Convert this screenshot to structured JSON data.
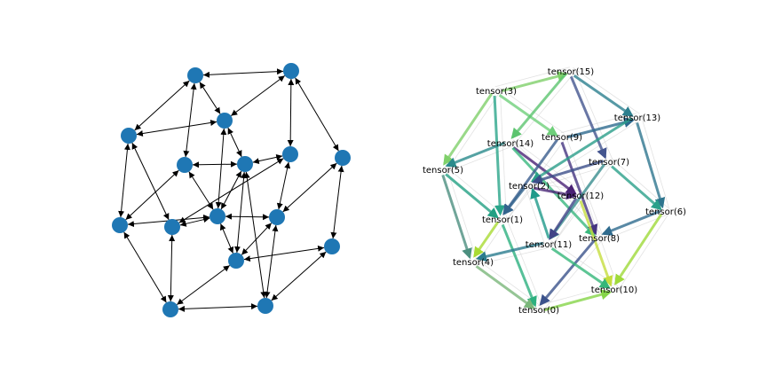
{
  "left_graph": {
    "node_color": "#1f77b4",
    "edge_color": "#000000",
    "nodes": [
      {
        "id": 0
      },
      {
        "id": 1
      },
      {
        "id": 2
      },
      {
        "id": 3
      },
      {
        "id": 4
      },
      {
        "id": 5
      },
      {
        "id": 6
      },
      {
        "id": 7
      },
      {
        "id": 8
      },
      {
        "id": 9
      },
      {
        "id": 10
      },
      {
        "id": 11
      },
      {
        "id": 12
      },
      {
        "id": 13
      },
      {
        "id": 14
      },
      {
        "id": 15
      }
    ],
    "edges": [
      [
        3,
        15
      ],
      [
        3,
        14
      ],
      [
        3,
        5
      ],
      [
        3,
        9
      ],
      [
        15,
        13
      ],
      [
        15,
        9
      ],
      [
        15,
        7
      ],
      [
        14,
        5
      ],
      [
        14,
        9
      ],
      [
        14,
        1
      ],
      [
        5,
        4
      ],
      [
        5,
        1
      ],
      [
        13,
        6
      ],
      [
        13,
        7
      ],
      [
        13,
        2
      ],
      [
        9,
        7
      ],
      [
        9,
        11
      ],
      [
        7,
        2
      ],
      [
        7,
        12
      ],
      [
        2,
        1
      ],
      [
        2,
        12
      ],
      [
        2,
        11
      ],
      [
        1,
        4
      ],
      [
        1,
        12
      ],
      [
        6,
        12
      ],
      [
        6,
        8
      ],
      [
        12,
        8
      ],
      [
        12,
        11
      ],
      [
        4,
        0
      ],
      [
        4,
        11
      ],
      [
        8,
        10
      ],
      [
        8,
        11
      ],
      [
        11,
        10
      ],
      [
        11,
        0
      ],
      [
        0,
        10
      ]
    ]
  },
  "right_graph": {
    "nodes": [
      {
        "id": "t0",
        "label": "tensor(0)"
      },
      {
        "id": "t1",
        "label": "tensor(1)"
      },
      {
        "id": "t2",
        "label": "tensor(2)"
      },
      {
        "id": "t3",
        "label": "tensor(3)"
      },
      {
        "id": "t4",
        "label": "tensor(4)"
      },
      {
        "id": "t5",
        "label": "tensor(5)"
      },
      {
        "id": "t6",
        "label": "tensor(6)"
      },
      {
        "id": "t7",
        "label": "tensor(7)"
      },
      {
        "id": "t8",
        "label": "tensor(8)"
      },
      {
        "id": "t9",
        "label": "tensor(9)"
      },
      {
        "id": "t10",
        "label": "tensor(10)"
      },
      {
        "id": "t11",
        "label": "tensor(11)"
      },
      {
        "id": "t12",
        "label": "tensor(12)"
      },
      {
        "id": "t13",
        "label": "tensor(13)"
      },
      {
        "id": "t14",
        "label": "tensor(14)"
      },
      {
        "id": "t15",
        "label": "tensor(15)"
      }
    ],
    "edges": [
      {
        "from": "t3",
        "to": "t15",
        "color": "#7fd06a"
      },
      {
        "from": "t3",
        "to": "t5",
        "color": "#7fd06a"
      },
      {
        "from": "t3",
        "to": "t9",
        "color": "#6fcf7a"
      },
      {
        "from": "t3",
        "to": "t1",
        "color": "#2aa58a"
      },
      {
        "from": "t15",
        "to": "t13",
        "color": "#2c7f8e"
      },
      {
        "from": "t15",
        "to": "t14",
        "color": "#5cc46f"
      },
      {
        "from": "t15",
        "to": "t7",
        "color": "#44558f"
      },
      {
        "from": "t14",
        "to": "t5",
        "color": "#2a8b8c"
      },
      {
        "from": "t14",
        "to": "t12",
        "color": "#4a2275"
      },
      {
        "from": "t14",
        "to": "t8",
        "color": "#3ab87e"
      },
      {
        "from": "t9",
        "to": "t13",
        "color": "#2e6a8e"
      },
      {
        "from": "t9",
        "to": "t1",
        "color": "#3a5c8d"
      },
      {
        "from": "t9",
        "to": "t8",
        "color": "#453581"
      },
      {
        "from": "t5",
        "to": "t4",
        "color": "#4c8f7f"
      },
      {
        "from": "t5",
        "to": "t1",
        "color": "#23a083"
      },
      {
        "from": "t13",
        "to": "t6",
        "color": "#2e758e"
      },
      {
        "from": "t13",
        "to": "t2",
        "color": "#2a9e89"
      },
      {
        "from": "t7",
        "to": "t6",
        "color": "#2aa08a"
      },
      {
        "from": "t7",
        "to": "t11",
        "color": "#3a8d8e"
      },
      {
        "from": "t7",
        "to": "t2",
        "color": "#3c4f8a"
      },
      {
        "from": "t2",
        "to": "t12",
        "color": "#482677"
      },
      {
        "from": "t2",
        "to": "t1",
        "color": "#33648d"
      },
      {
        "from": "t12",
        "to": "t11",
        "color": "#404387"
      },
      {
        "from": "t12",
        "to": "t10",
        "color": "#c6dd3f"
      },
      {
        "from": "t1",
        "to": "t4",
        "color": "#a9db33"
      },
      {
        "from": "t1",
        "to": "t0",
        "color": "#2db07f"
      },
      {
        "from": "t6",
        "to": "t8",
        "color": "#2f6b8e"
      },
      {
        "from": "t6",
        "to": "t10",
        "color": "#9fda3a"
      },
      {
        "from": "t8",
        "to": "t0",
        "color": "#3b528b"
      },
      {
        "from": "t11",
        "to": "t4",
        "color": "#2b7c8e"
      },
      {
        "from": "t11",
        "to": "t10",
        "color": "#35b779"
      },
      {
        "from": "t11",
        "to": "t2",
        "color": "#1f9a8a"
      },
      {
        "from": "t4",
        "to": "t0",
        "color": "#7ab77a"
      },
      {
        "from": "t0",
        "to": "t10",
        "color": "#86d549"
      }
    ]
  }
}
